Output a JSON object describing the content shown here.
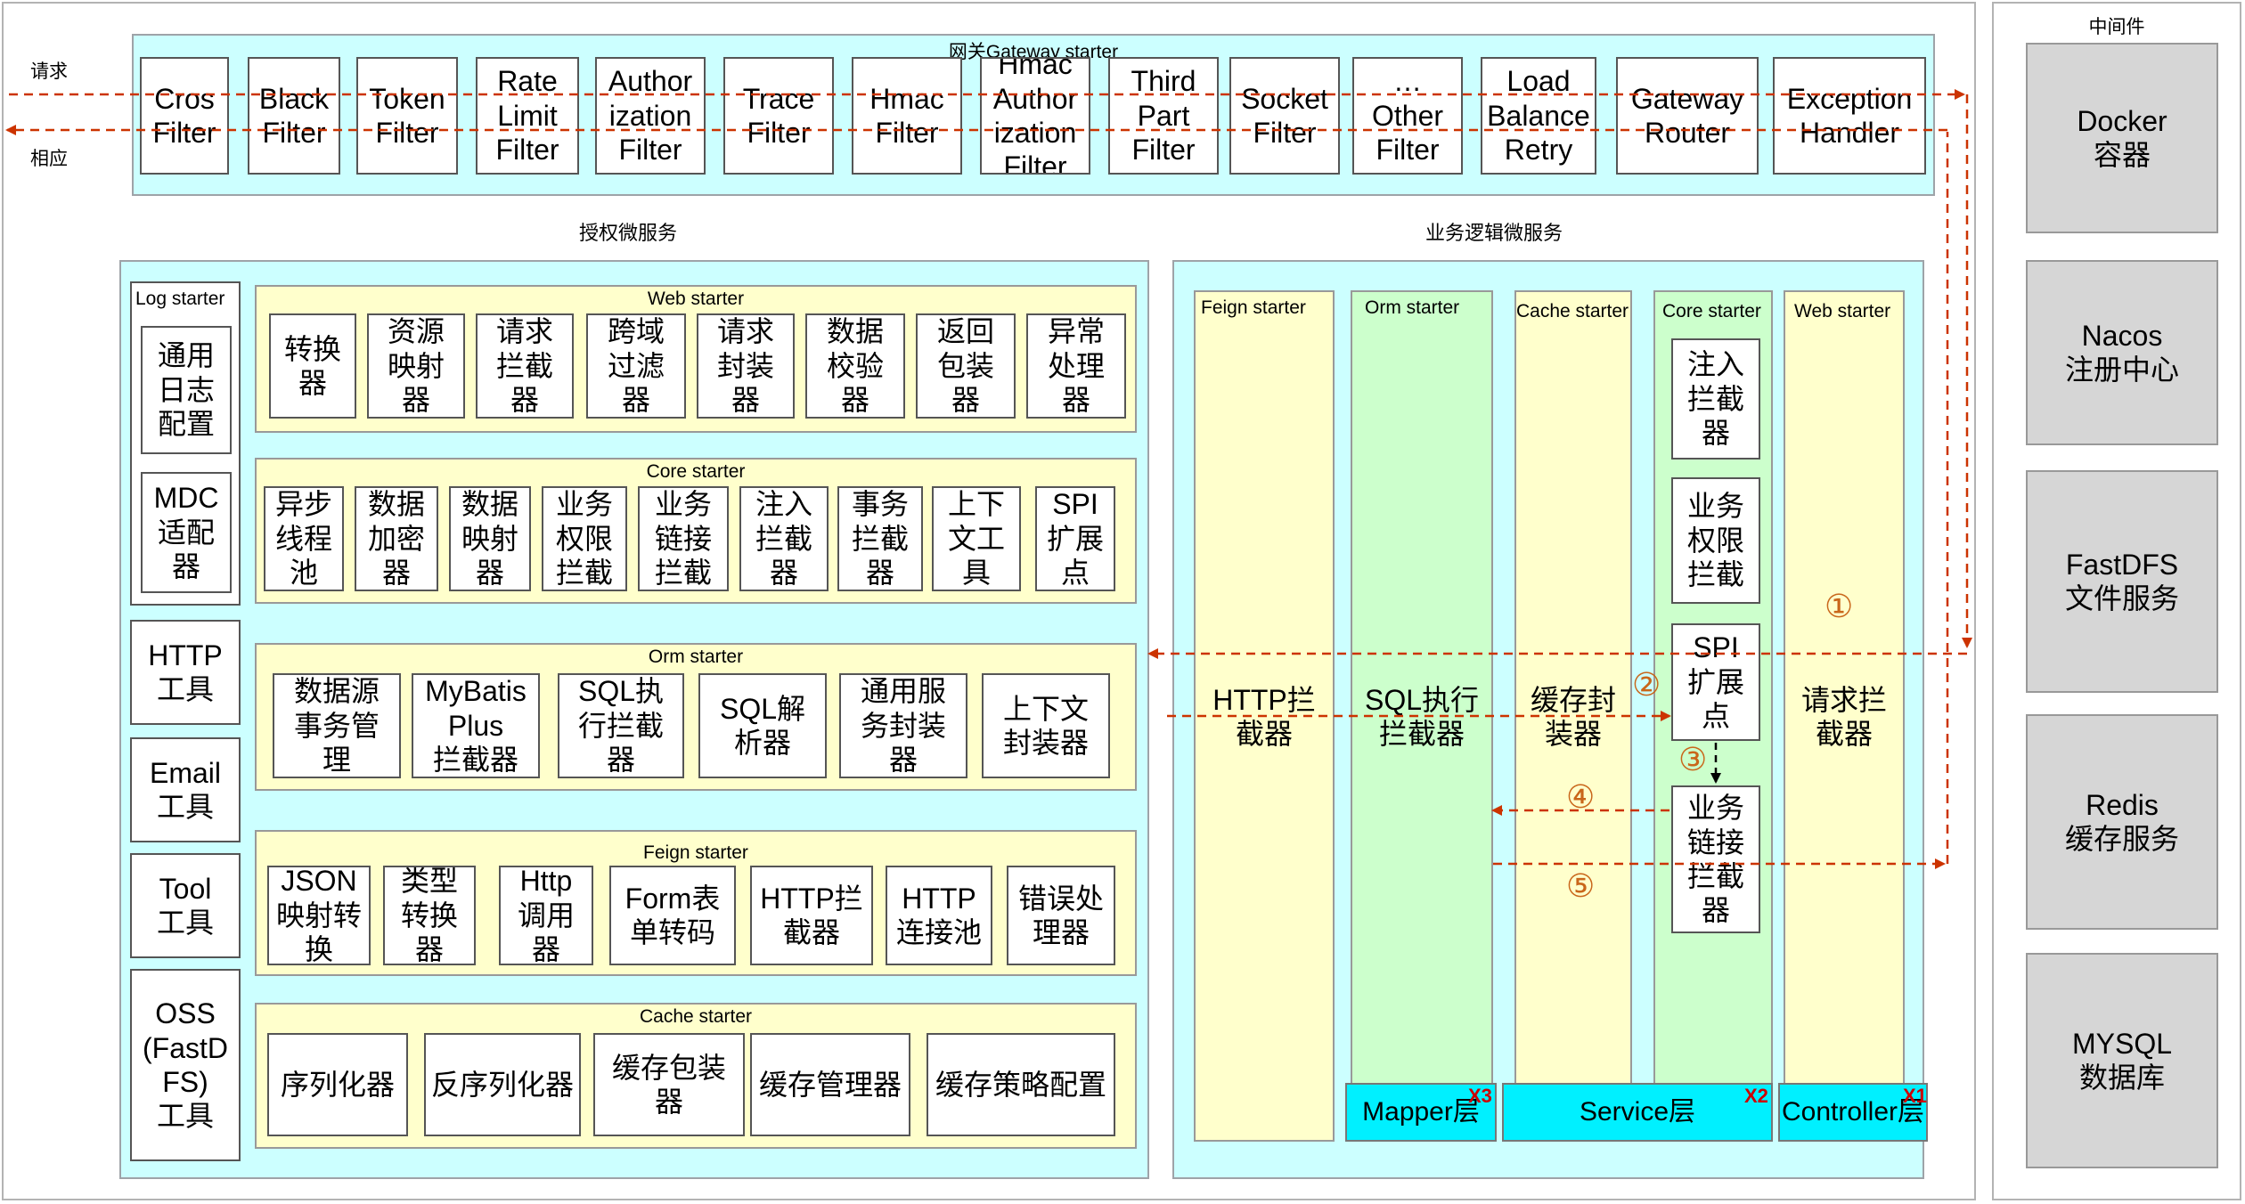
{
  "gateway": {
    "title": "网关Gateway starter",
    "request_label": "请求",
    "response_label": "相应",
    "filters": [
      "Cros\nFilter",
      "Black\nFilter",
      "Token\nFilter",
      "Rate\nLimit\nFilter",
      "Author\nization\nFilter",
      "Trace\nFilter",
      "Hmac\nFilter",
      "Hmac\nAuthor\nization\nFilter",
      "Third\nPart\nFilter",
      "Socket\nFilter",
      "…\nOther\nFilter",
      "Load\nBalance\nRetry",
      "Gateway\nRouter",
      "Exception\nHandler"
    ]
  },
  "middleware": {
    "title": "中间件",
    "items": [
      "Docker\n容器",
      "Nacos\n注册中心",
      "FastDFS\n文件服务",
      "Redis\n缓存服务",
      "MYSQL\n数据库"
    ]
  },
  "auth_service": {
    "title": "授权微服务",
    "log_starter": {
      "title": "Log starter",
      "items": [
        "通用\n日志\n配置",
        "MDC\n适配\n器"
      ]
    },
    "tools": [
      "HTTP\n工具",
      "Email\n工具",
      "Tool\n工具",
      "OSS\n(FastD\nFS)\n工具"
    ],
    "web_starter": {
      "title": "Web starter",
      "items": [
        "转换\n器",
        "资源\n映射\n器",
        "请求\n拦截\n器",
        "跨域\n过滤\n器",
        "请求\n封装\n器",
        "数据\n校验\n器",
        "返回\n包装\n器",
        "异常\n处理\n器"
      ]
    },
    "core_starter": {
      "title": "Core starter",
      "items": [
        "异步\n线程\n池",
        "数据\n加密\n器",
        "数据\n映射\n器",
        "业务\n权限\n拦截",
        "业务\n链接\n拦截",
        "注入\n拦截\n器",
        "事务\n拦截\n器",
        "上下\n文工\n具",
        "SPI\n扩展\n点"
      ]
    },
    "orm_starter": {
      "title": "Orm starter",
      "items": [
        "数据源\n事务管\n理",
        "MyBatis\nPlus\n拦截器",
        "SQL执\n行拦截\n器",
        "SQL解\n析器",
        "通用服\n务封装\n器",
        "上下文\n封装器"
      ]
    },
    "feign_starter": {
      "title": "Feign starter",
      "items": [
        "JSON\n映射转\n换",
        "类型\n转换\n器",
        "Http\n调用\n器",
        "Form表\n单转码",
        "HTTP拦\n截器",
        "HTTP\n连接池",
        "错误处\n理器"
      ]
    },
    "cache_starter": {
      "title": "Cache starter",
      "items": [
        "序列化器",
        "反序列化器",
        "缓存包装\n器",
        "缓存管理器",
        "缓存策略配置"
      ]
    }
  },
  "biz_service": {
    "title": "业务逻辑微服务",
    "columns": [
      {
        "title": "Feign starter",
        "body": "HTTP拦\n截器"
      },
      {
        "title": "Orm starter",
        "body": "SQL执行\n拦截器"
      },
      {
        "title": "Cache starter",
        "body": "缓存封\n装器"
      },
      {
        "title": "Core starter",
        "items": [
          "注入\n拦截\n器",
          "业务\n权限\n拦截",
          "SPI\n扩展\n点",
          "业务\n链接\n拦截\n器"
        ]
      },
      {
        "title": "Web starter",
        "body": "请求拦\n截器"
      }
    ],
    "layers": [
      {
        "label": "Mapper层",
        "tag": "X3"
      },
      {
        "label": "Service层",
        "tag": "X2"
      },
      {
        "label": "Controller层",
        "tag": "X1"
      }
    ],
    "steps": [
      "①",
      "②",
      "③",
      "④",
      "⑤"
    ]
  },
  "colors": {
    "container": "#ccffff",
    "starter": "#ffffcc",
    "orm": "#ccffcc",
    "layer": "#00f0ff",
    "middleware": "#d6d6d6",
    "arrow": "#cc3300"
  }
}
